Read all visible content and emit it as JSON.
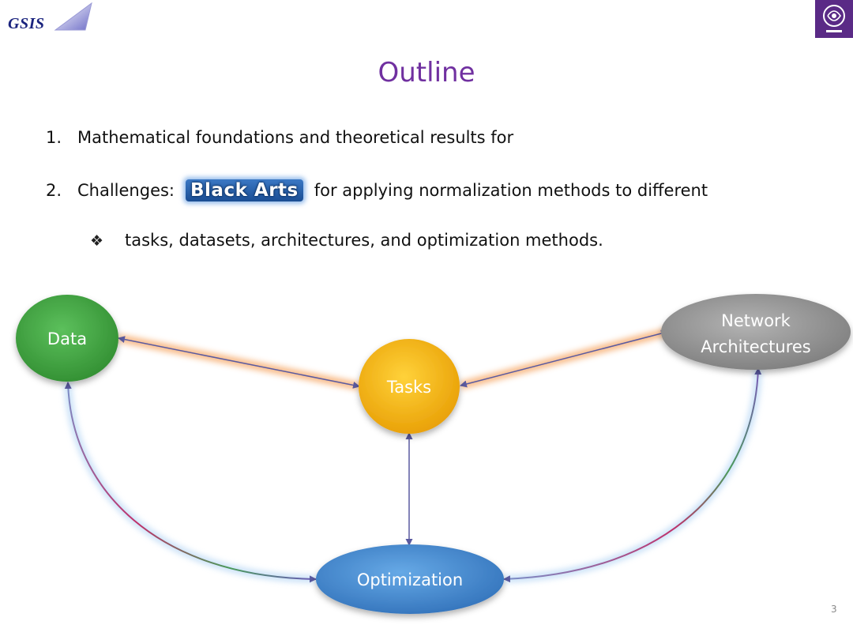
{
  "header": {
    "logo_text": "GSIS"
  },
  "slide": {
    "title": "Outline",
    "items": [
      {
        "number": "1.",
        "text": "Mathematical foundations and theoretical results for"
      },
      {
        "number": "2.",
        "prefix": "Challenges:",
        "highlight": "Black Arts",
        "suffix": "for applying normalization methods to different"
      }
    ],
    "sub_bullet": {
      "symbol": "❖",
      "text": "tasks,  datasets, architectures, and optimization methods."
    },
    "page_number": "3"
  },
  "diagram": {
    "nodes": {
      "data": {
        "label": "Data",
        "color": "#3fa33f"
      },
      "tasks": {
        "label": "Tasks",
        "color": "#f4b400"
      },
      "network": {
        "label_line1": "Network",
        "label_line2": "Architectures",
        "color": "#8e8e8e"
      },
      "optimization": {
        "label": "Optimization",
        "color": "#3d86d1"
      }
    },
    "edge_glow_color": "#f5a05a",
    "curve_glow_color": "#b9d8f5"
  }
}
